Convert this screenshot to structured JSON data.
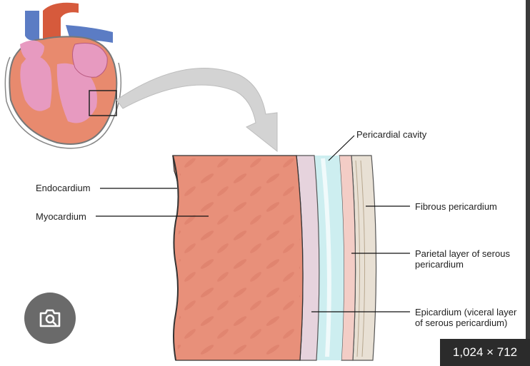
{
  "labels": {
    "pericardial_cavity": "Pericardial cavity",
    "endocardium": "Endocardium",
    "myocardium": "Myocardium",
    "fibrous_pericardium": "Fibrous pericardium",
    "parietal_line1": "Parietal layer of serous",
    "parietal_line2": "pericardium",
    "epicardium_line1": "Epicardium (viceral layer",
    "epicardium_line2": "of serous pericardium)"
  },
  "image_size_badge": "1,024 × 712",
  "icons": {
    "lens": "camera-search-icon"
  },
  "colors": {
    "myocardium": "#e8907a",
    "epicardium": "#e6d3dd",
    "pericardial_cavity": "#cdeef0",
    "parietal_layer": "#f3cdc6",
    "fibrous_pericardium": "#e8e0d4",
    "heart_chamber": "#e79ac0",
    "aorta": "#d65a3c",
    "vessel_blue": "#5b7cc4"
  }
}
